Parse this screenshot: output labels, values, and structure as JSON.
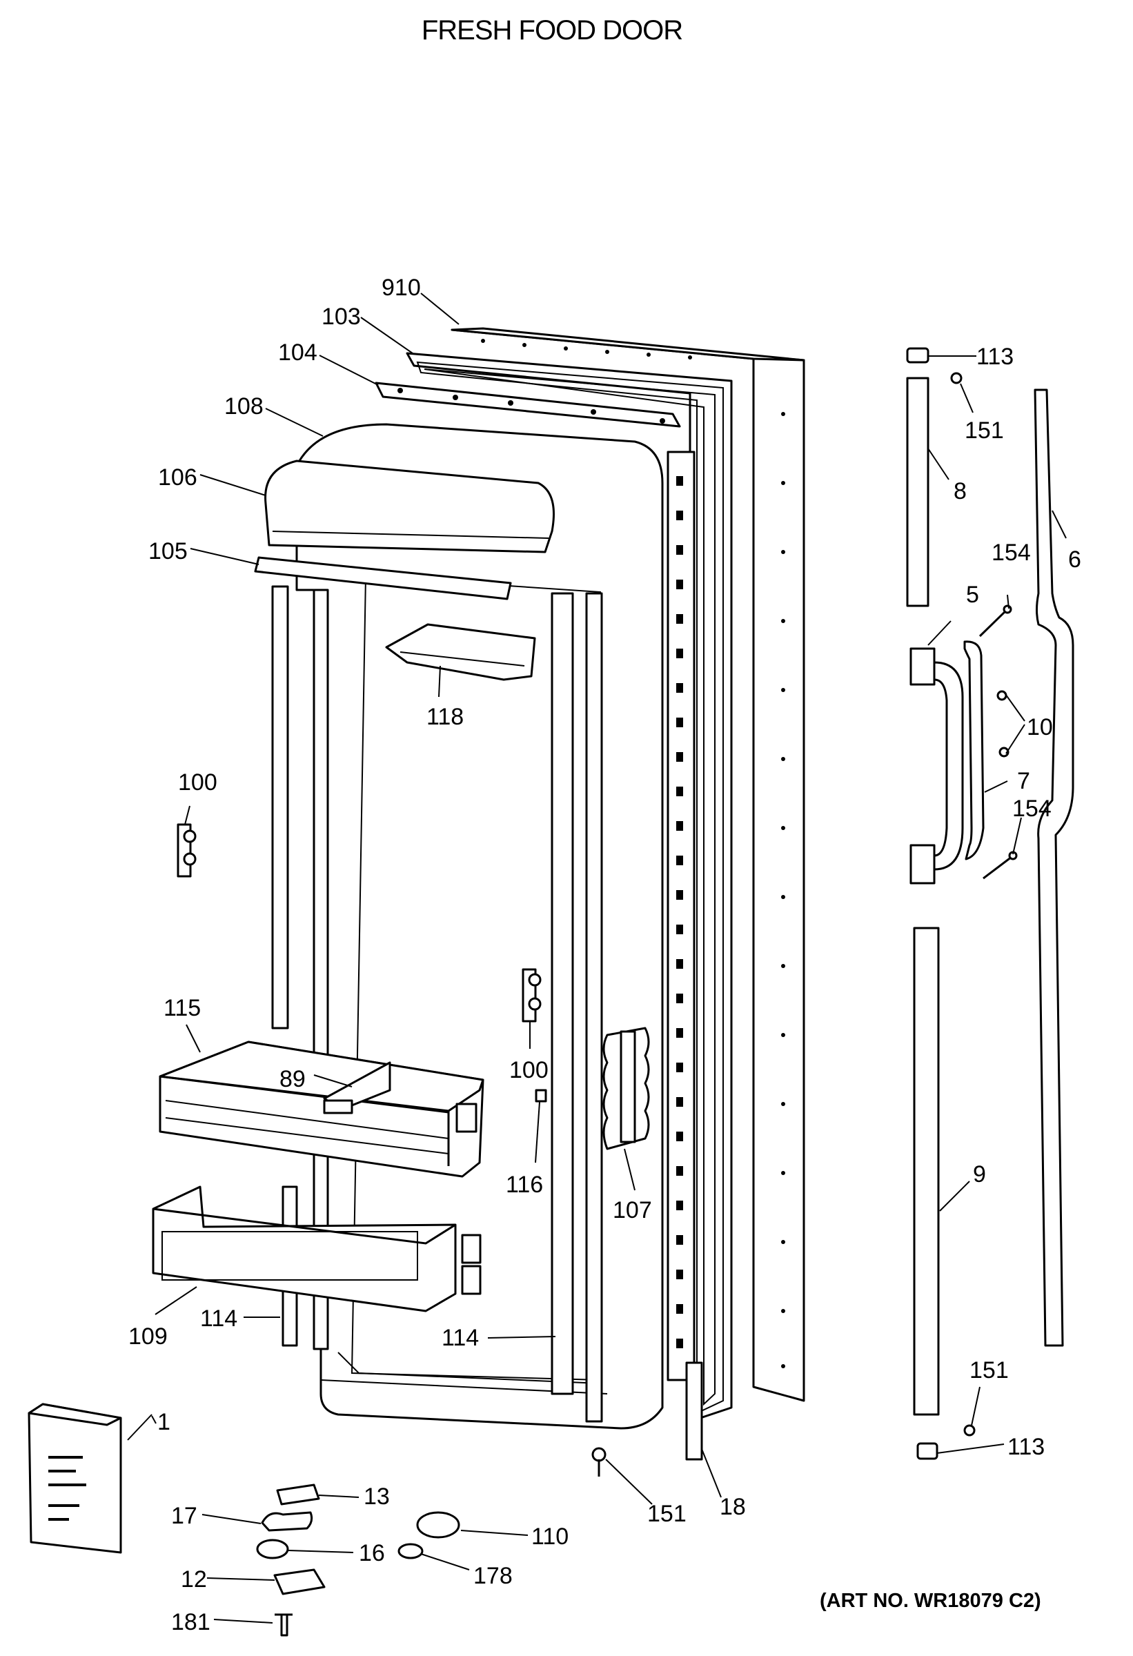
{
  "title": "FRESH FOOD DOOR",
  "art_no": "(ART NO. WR18079 C2)",
  "callouts": {
    "c910": "910",
    "c103": "103",
    "c104": "104",
    "c108": "108",
    "c106": "106",
    "c105": "105",
    "c118": "118",
    "c100a": "100",
    "c100b": "100",
    "c115": "115",
    "c89": "89",
    "c116": "116",
    "c107": "107",
    "c109": "109",
    "c114a": "114",
    "c114b": "114",
    "c1": "1",
    "c13": "13",
    "c17": "17",
    "c16": "16",
    "c12": "12",
    "c181": "181",
    "c110": "110",
    "c178": "178",
    "c151a": "151",
    "c18": "18",
    "c113a": "113",
    "c151b": "151",
    "c8": "8",
    "c154a": "154",
    "c6": "6",
    "c5": "5",
    "c10": "10",
    "c7": "7",
    "c154b": "154",
    "c9": "9",
    "c151c": "151",
    "c113b": "113"
  }
}
